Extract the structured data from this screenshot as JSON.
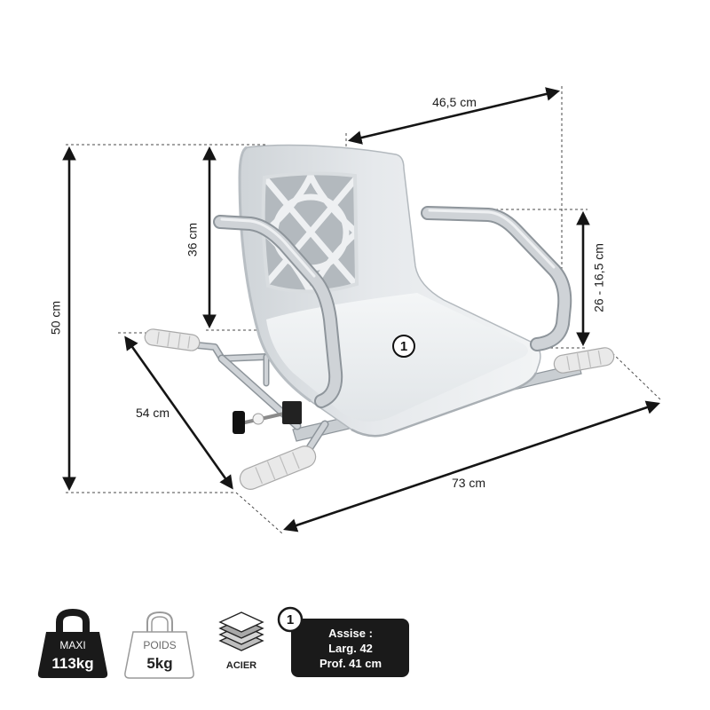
{
  "dimensions": {
    "total_height": "50 cm",
    "backrest_height": "36 cm",
    "backrest_width": "46,5 cm",
    "armrest_height": "26 - 16,5 cm",
    "depth": "54 cm",
    "length": "73 cm"
  },
  "product": {
    "seat_marker": "1"
  },
  "badges": {
    "max_load": {
      "icon": "kettlebell-icon",
      "label": "MAXI",
      "value": "113kg"
    },
    "weight": {
      "icon": "kettlebell-outline-icon",
      "label": "POIDS",
      "value": "5kg"
    },
    "material": {
      "icon": "layers-icon",
      "label": "ACIER"
    },
    "seat": {
      "marker": "1",
      "lines": [
        "Assise :",
        "Larg. 42",
        "Prof. 41 cm"
      ]
    }
  },
  "colors": {
    "dimension_line": "#151515",
    "badge_dark": "#1a1a1a",
    "seat_shell": "#e4e7ea",
    "metal": "#cfd3d7",
    "grip": "#e9e9e9"
  }
}
